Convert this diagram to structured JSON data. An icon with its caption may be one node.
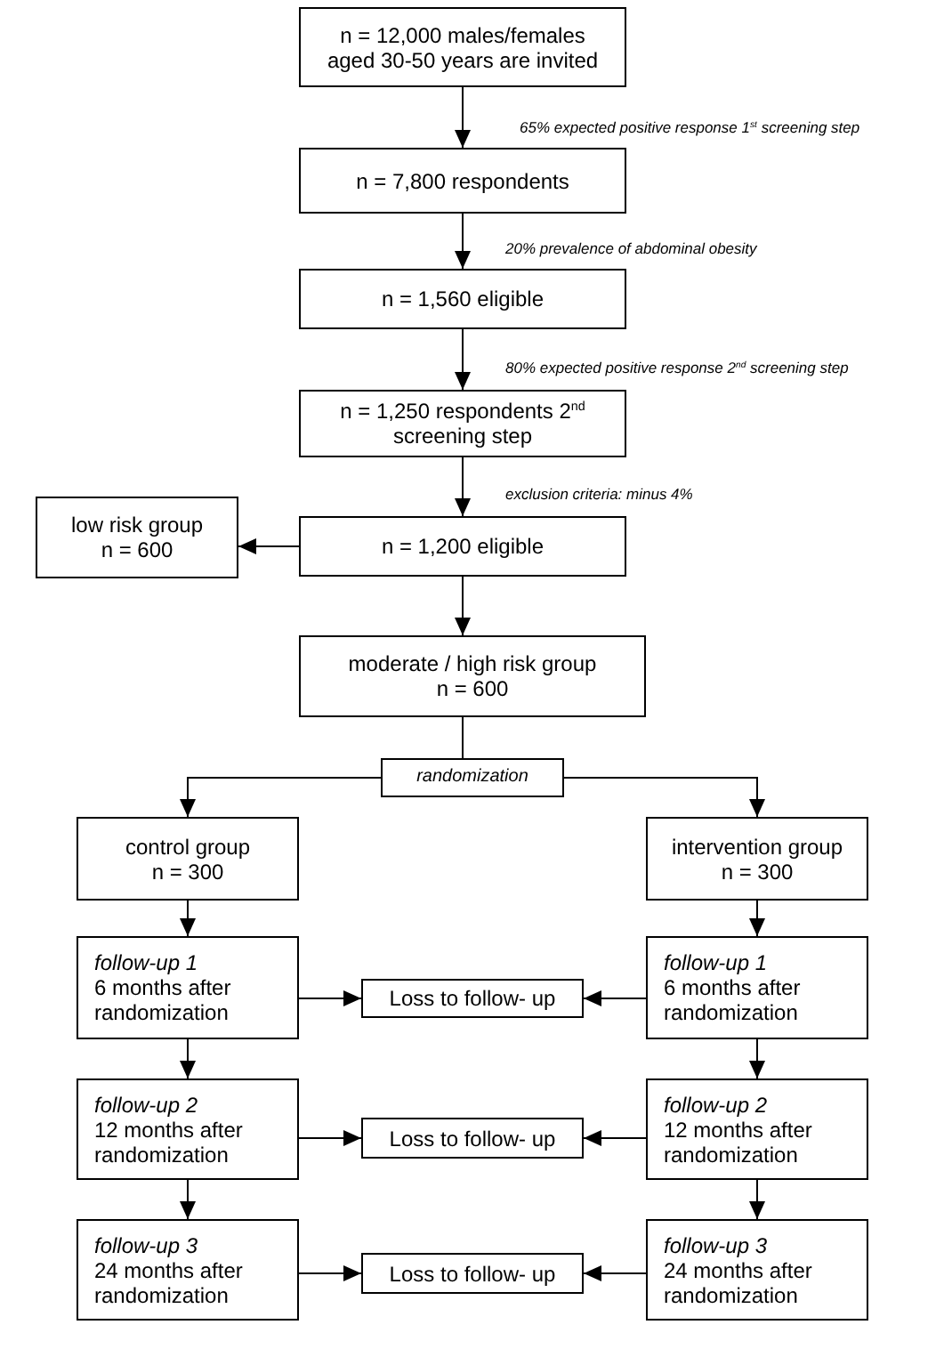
{
  "diagram": {
    "nodes": [
      {
        "text": [
          "n = 12,000 males/females aged 30-50 years are invited"
        ]
      },
      {
        "text": [
          "n = 7,800 respondents"
        ]
      },
      {
        "text": [
          "n = 1,560 eligible"
        ]
      },
      {
        "text": [
          "n = 1,250 respondents 2$^{nd}$ screening step"
        ]
      },
      {
        "text": [
          "n = 1,200 eligible"
        ]
      },
      {
        "text": [
          "low risk group n = 600"
        ]
      },
      {
        "text": [
          "moderate / high risk group n = 600"
        ]
      },
      {
        "text": [
          "randomization"
        ]
      },
      {
        "text": [
          "control group n = 300"
        ]
      },
      {
        "text": [
          "intervention group n = 300"
        ]
      },
      {
        "text": [
          "follow-up 1",
          "6 months after randomization"
        ]
      },
      {
        "text": [
          "Loss to follow- up"
        ]
      },
      {
        "text": [
          "follow-up 1",
          "6 months after randomization"
        ]
      },
      {
        "text": [
          "follow-up 2",
          "12 months after randomization"
        ]
      },
      {
        "text": [
          "Loss to follow- up"
        ]
      },
      {
        "text": [
          "follow-up 2",
          "12 months after randomization"
        ]
      },
      {
        "text": [
          "follow-up 3",
          "24 months after randomization"
        ]
      },
      {
        "text": [
          "Loss to follow- up"
        ]
      },
      {
        "text": [
          "follow-up 3",
          "24 months after randomization"
        ]
      }
    ],
    "edges": [
      {
        "from": 0,
        "to": 1,
        "arrow": "to",
        "label": "65% expected positive response 1$^{st}$ screening step"
      },
      {
        "from": 1,
        "to": 2,
        "arrow": "to",
        "label": "20% prevalence of abdominal obesity"
      },
      {
        "from": 2,
        "to": 3,
        "arrow": "to",
        "label": "80% expected positive response 2$^{nd}$ screening step"
      },
      {
        "from": 3,
        "to": 4,
        "arrow": "to",
        "label": "exclusion criteria: minus 4%"
      },
      {
        "from": 4,
        "to": 5,
        "arrow": "to"
      },
      {
        "from": 4,
        "to": 6,
        "arrow": "to"
      },
      {
        "from": 6,
        "to": 7,
        "arrow": "none"
      },
      {
        "from": 7,
        "to": 8,
        "arrow": "to"
      },
      {
        "from": 7,
        "to": 9,
        "arrow": "to"
      },
      {
        "from": 8,
        "to": 10,
        "arrow": "to"
      },
      {
        "from": 9,
        "to": 12,
        "arrow": "to"
      },
      {
        "from": 10,
        "to": 11,
        "arrow": "to"
      },
      {
        "from": 12,
        "to": 11,
        "arrow": "to"
      },
      {
        "from": 10,
        "to": 13,
        "arrow": "to"
      },
      {
        "from": 12,
        "to": 15,
        "arrow": "to"
      },
      {
        "from": 13,
        "to": 14,
        "arrow": "to"
      },
      {
        "from": 15,
        "to": 14,
        "arrow": "to"
      },
      {
        "from": 13,
        "to": 16,
        "arrow": "to"
      },
      {
        "from": 15,
        "to": 18,
        "arrow": "to"
      },
      {
        "from": 16,
        "to": 17,
        "arrow": "to"
      },
      {
        "from": 18,
        "to": 17,
        "arrow": "to"
      }
    ]
  }
}
